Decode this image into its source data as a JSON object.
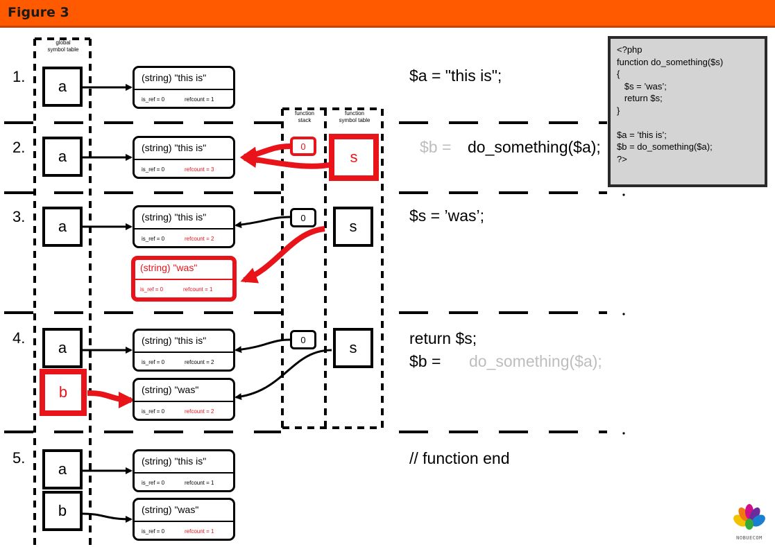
{
  "header": {
    "title": "Figure 3",
    "color": "#ff5a00"
  },
  "columns": {
    "global": "global\nsymbol table",
    "stack": "function\nstack",
    "func": "function\nsymbol table"
  },
  "steps": [
    {
      "num": "1.",
      "code": "$a = \"this is\";"
    },
    {
      "num": "2.",
      "code_prefix": "$b =",
      "code": "do_something($a);"
    },
    {
      "num": "3.",
      "code": "$s = ’was’;"
    },
    {
      "num": "4.",
      "code": "return $s;",
      "code2_prefix": "$b =",
      "code2": "do_something($a);"
    },
    {
      "num": "5.",
      "code": "// function end"
    }
  ],
  "vars": {
    "a": "a",
    "b": "b",
    "s": "s"
  },
  "stack_value": "0",
  "zvals": {
    "this_is": "(string) \"this is\"",
    "was": "(string) \"was\"",
    "is_ref": "is_ref = 0",
    "rc1": "refcount = 1",
    "rc2": "refcount = 2",
    "rc3": "refcount = 3"
  },
  "code_box": [
    "<?php",
    "function do_something($s)",
    "{",
    "   $s = ’was’;",
    "   return $s;",
    "}",
    "",
    "$a = ’this is’;",
    "$b = do_something($a);",
    "?>"
  ],
  "logo_text": "NOBUECOM",
  "colors": {
    "highlight": "#e8141a",
    "muted": "#bdbdbd",
    "code_box_bg": "#d4d4d4"
  }
}
